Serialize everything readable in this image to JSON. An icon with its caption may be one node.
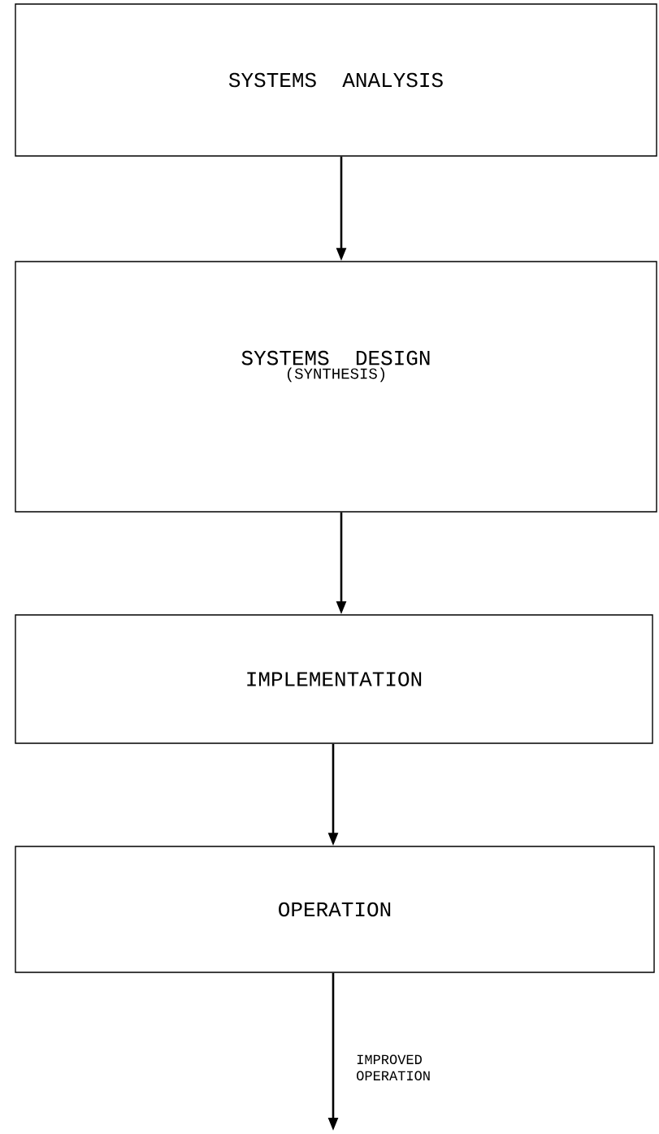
{
  "diagram": {
    "nodes": [
      {
        "text": [
          "SYSTEMS ANALYSIS"
        ]
      },
      {
        "text": [
          "SYSTEMS DESIGN",
          "(SYNTHESIS)"
        ]
      },
      {
        "text": [
          "IMPLEMENTATION"
        ]
      },
      {
        "text": [
          "OPERATION"
        ]
      }
    ],
    "edges": [
      {
        "from": 0,
        "to": 1,
        "arrow": "to"
      },
      {
        "from": 1,
        "to": 2,
        "arrow": "to"
      },
      {
        "from": 2,
        "to": 3,
        "arrow": "to"
      },
      {
        "from": 3,
        "to": null,
        "arrow": "to",
        "label": "IMPROVED OPERATION"
      }
    ]
  }
}
